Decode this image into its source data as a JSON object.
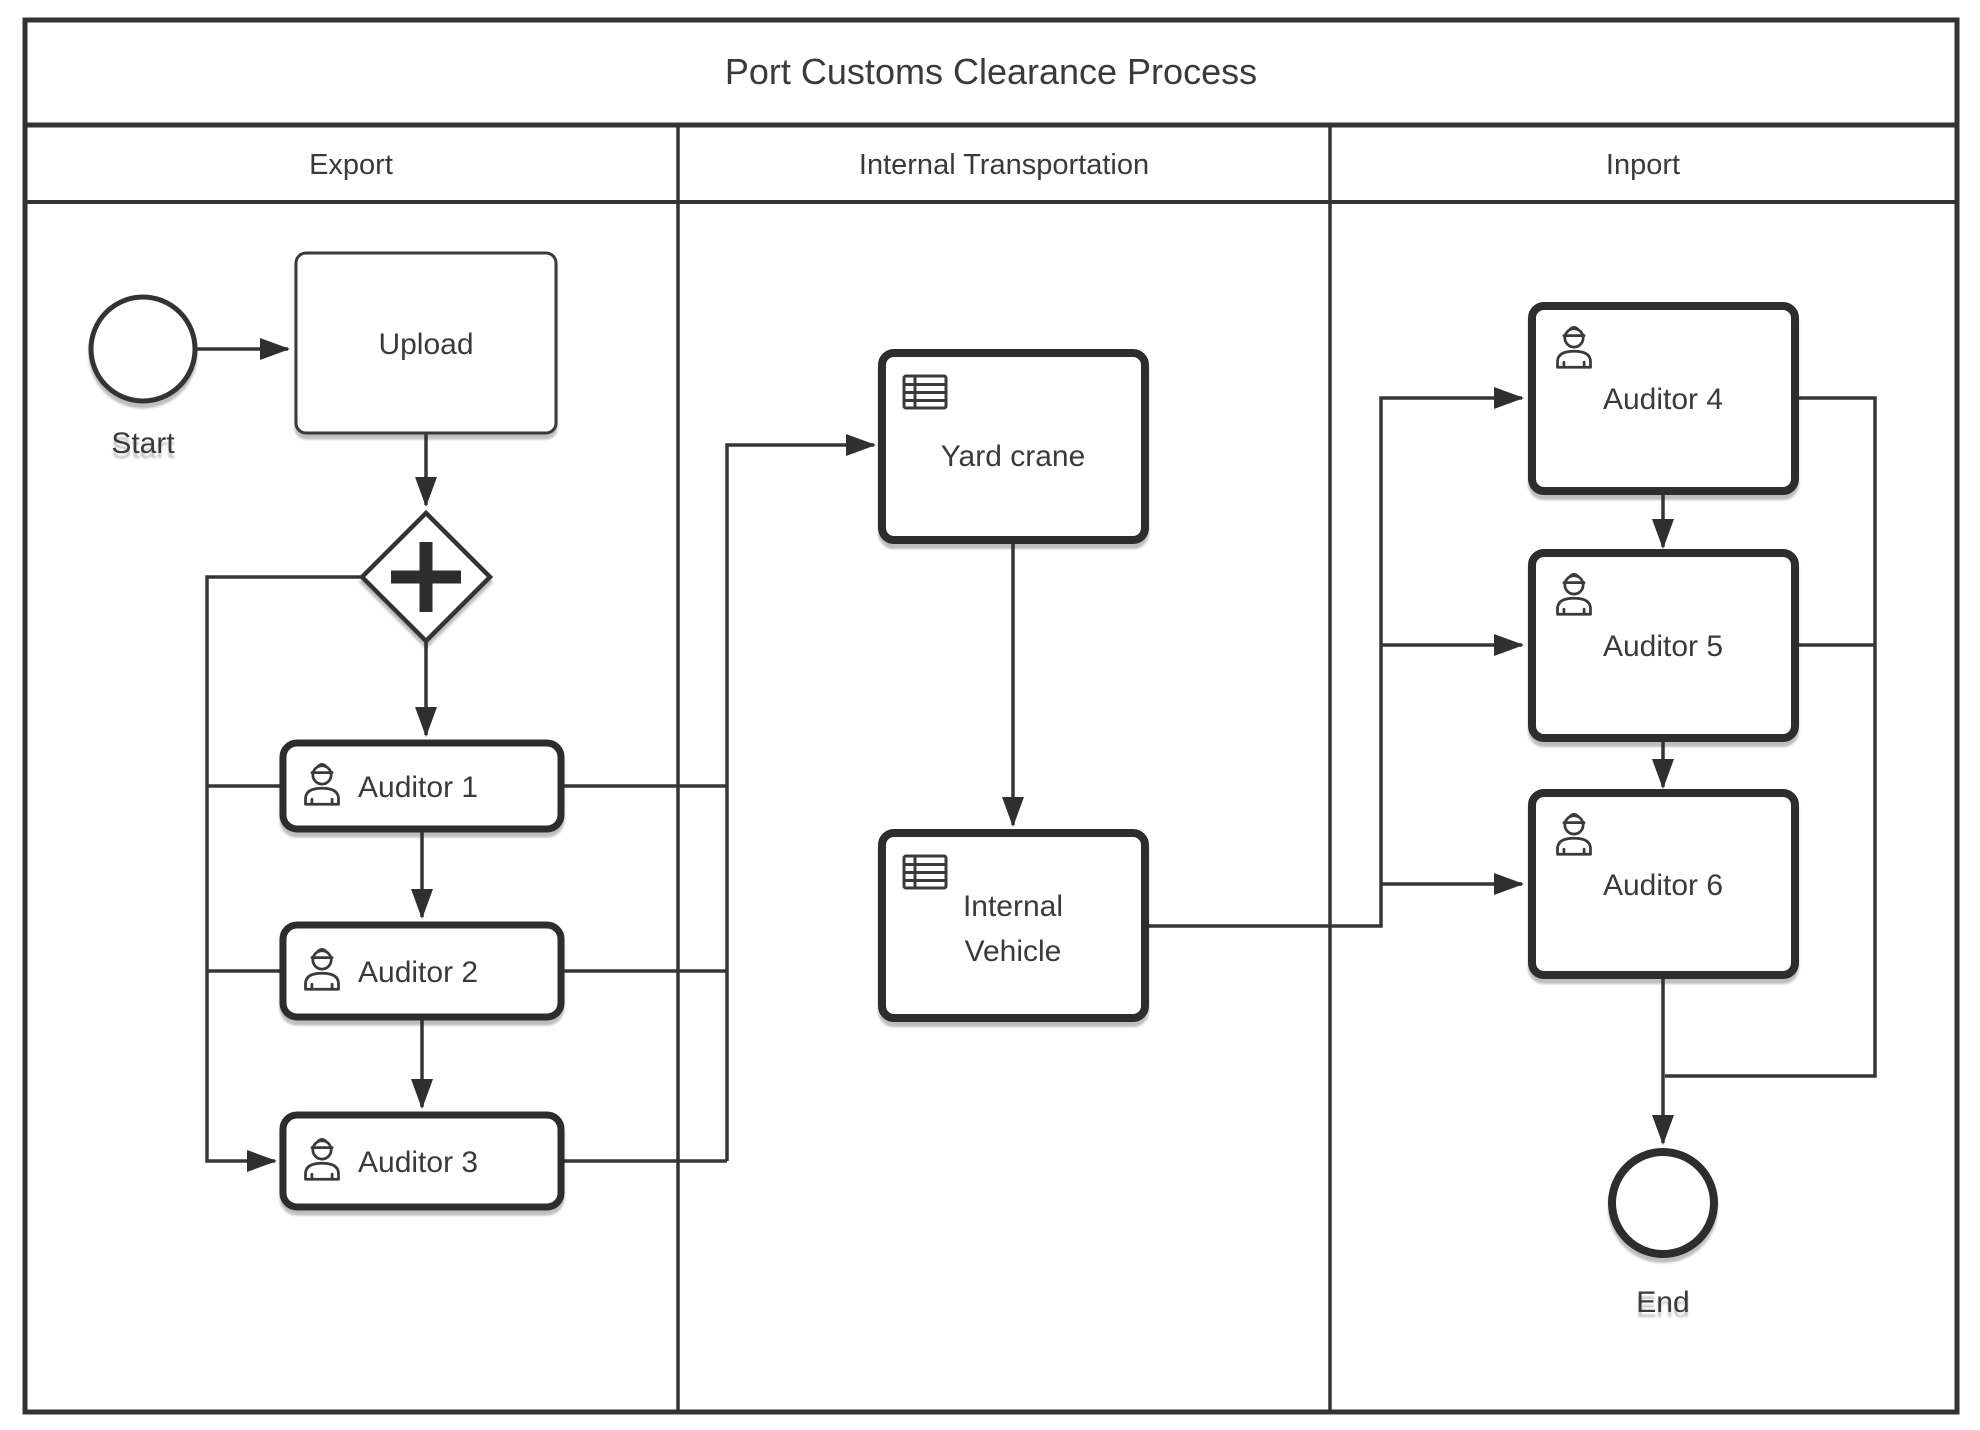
{
  "title": "Port Customs Clearance Process",
  "lanes": [
    {
      "label": "Export"
    },
    {
      "label": "Internal Transportation"
    },
    {
      "label": "Inport"
    }
  ],
  "nodes": {
    "start": {
      "type": "start-event",
      "label": "Start"
    },
    "upload": {
      "type": "task",
      "label": "Upload"
    },
    "parallel_gateway": {
      "type": "parallel-gateway",
      "icon": "plus-icon"
    },
    "auditor1": {
      "type": "user-task",
      "icon": "person-icon",
      "label": "Auditor 1"
    },
    "auditor2": {
      "type": "user-task",
      "icon": "person-icon",
      "label": "Auditor 2"
    },
    "auditor3": {
      "type": "user-task",
      "icon": "person-icon",
      "label": "Auditor 3"
    },
    "yard_crane": {
      "type": "business-rule-task",
      "icon": "table-icon",
      "label": "Yard crane"
    },
    "internal_vehicle": {
      "type": "business-rule-task",
      "icon": "table-icon",
      "label_line1": "Internal",
      "label_line2": "Vehicle"
    },
    "auditor4": {
      "type": "user-task",
      "icon": "person-icon",
      "label": "Auditor 4"
    },
    "auditor5": {
      "type": "user-task",
      "icon": "person-icon",
      "label": "Auditor 5"
    },
    "auditor6": {
      "type": "user-task",
      "icon": "person-icon",
      "label": "Auditor 6"
    },
    "end": {
      "type": "end-event",
      "label": "End"
    }
  },
  "colors": {
    "background": "#ffffff",
    "line": "#363636",
    "node_border": "#2d2d2d",
    "text": "#3a3a3a"
  }
}
